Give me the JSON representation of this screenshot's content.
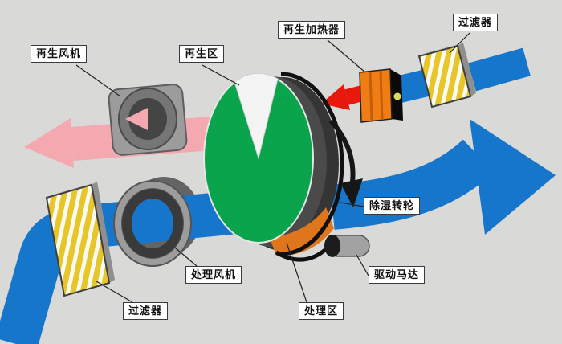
{
  "labels": {
    "regen_fan": "再生风机",
    "regen_zone": "再生区",
    "regen_heater": "再生加热器",
    "filter_top": "过滤器",
    "wheel": "除湿转轮",
    "drive_motor": "驱动马达",
    "process_fan": "处理风机",
    "process_zone": "处理区",
    "filter_bottom": "过滤器"
  },
  "colors": {
    "background": "#d9d9d7",
    "process_air": "#1576cc",
    "regen_exhaust": "#f4a8b0",
    "hot_air": "#e8180c",
    "wheel_face": "#0aa44c",
    "wheel_rim": "#353535",
    "wheel_orange": "#e0761c",
    "heater_front": "#ef7d14",
    "filter_media": "#e6c628",
    "fan_body": "#9c9c9c"
  }
}
